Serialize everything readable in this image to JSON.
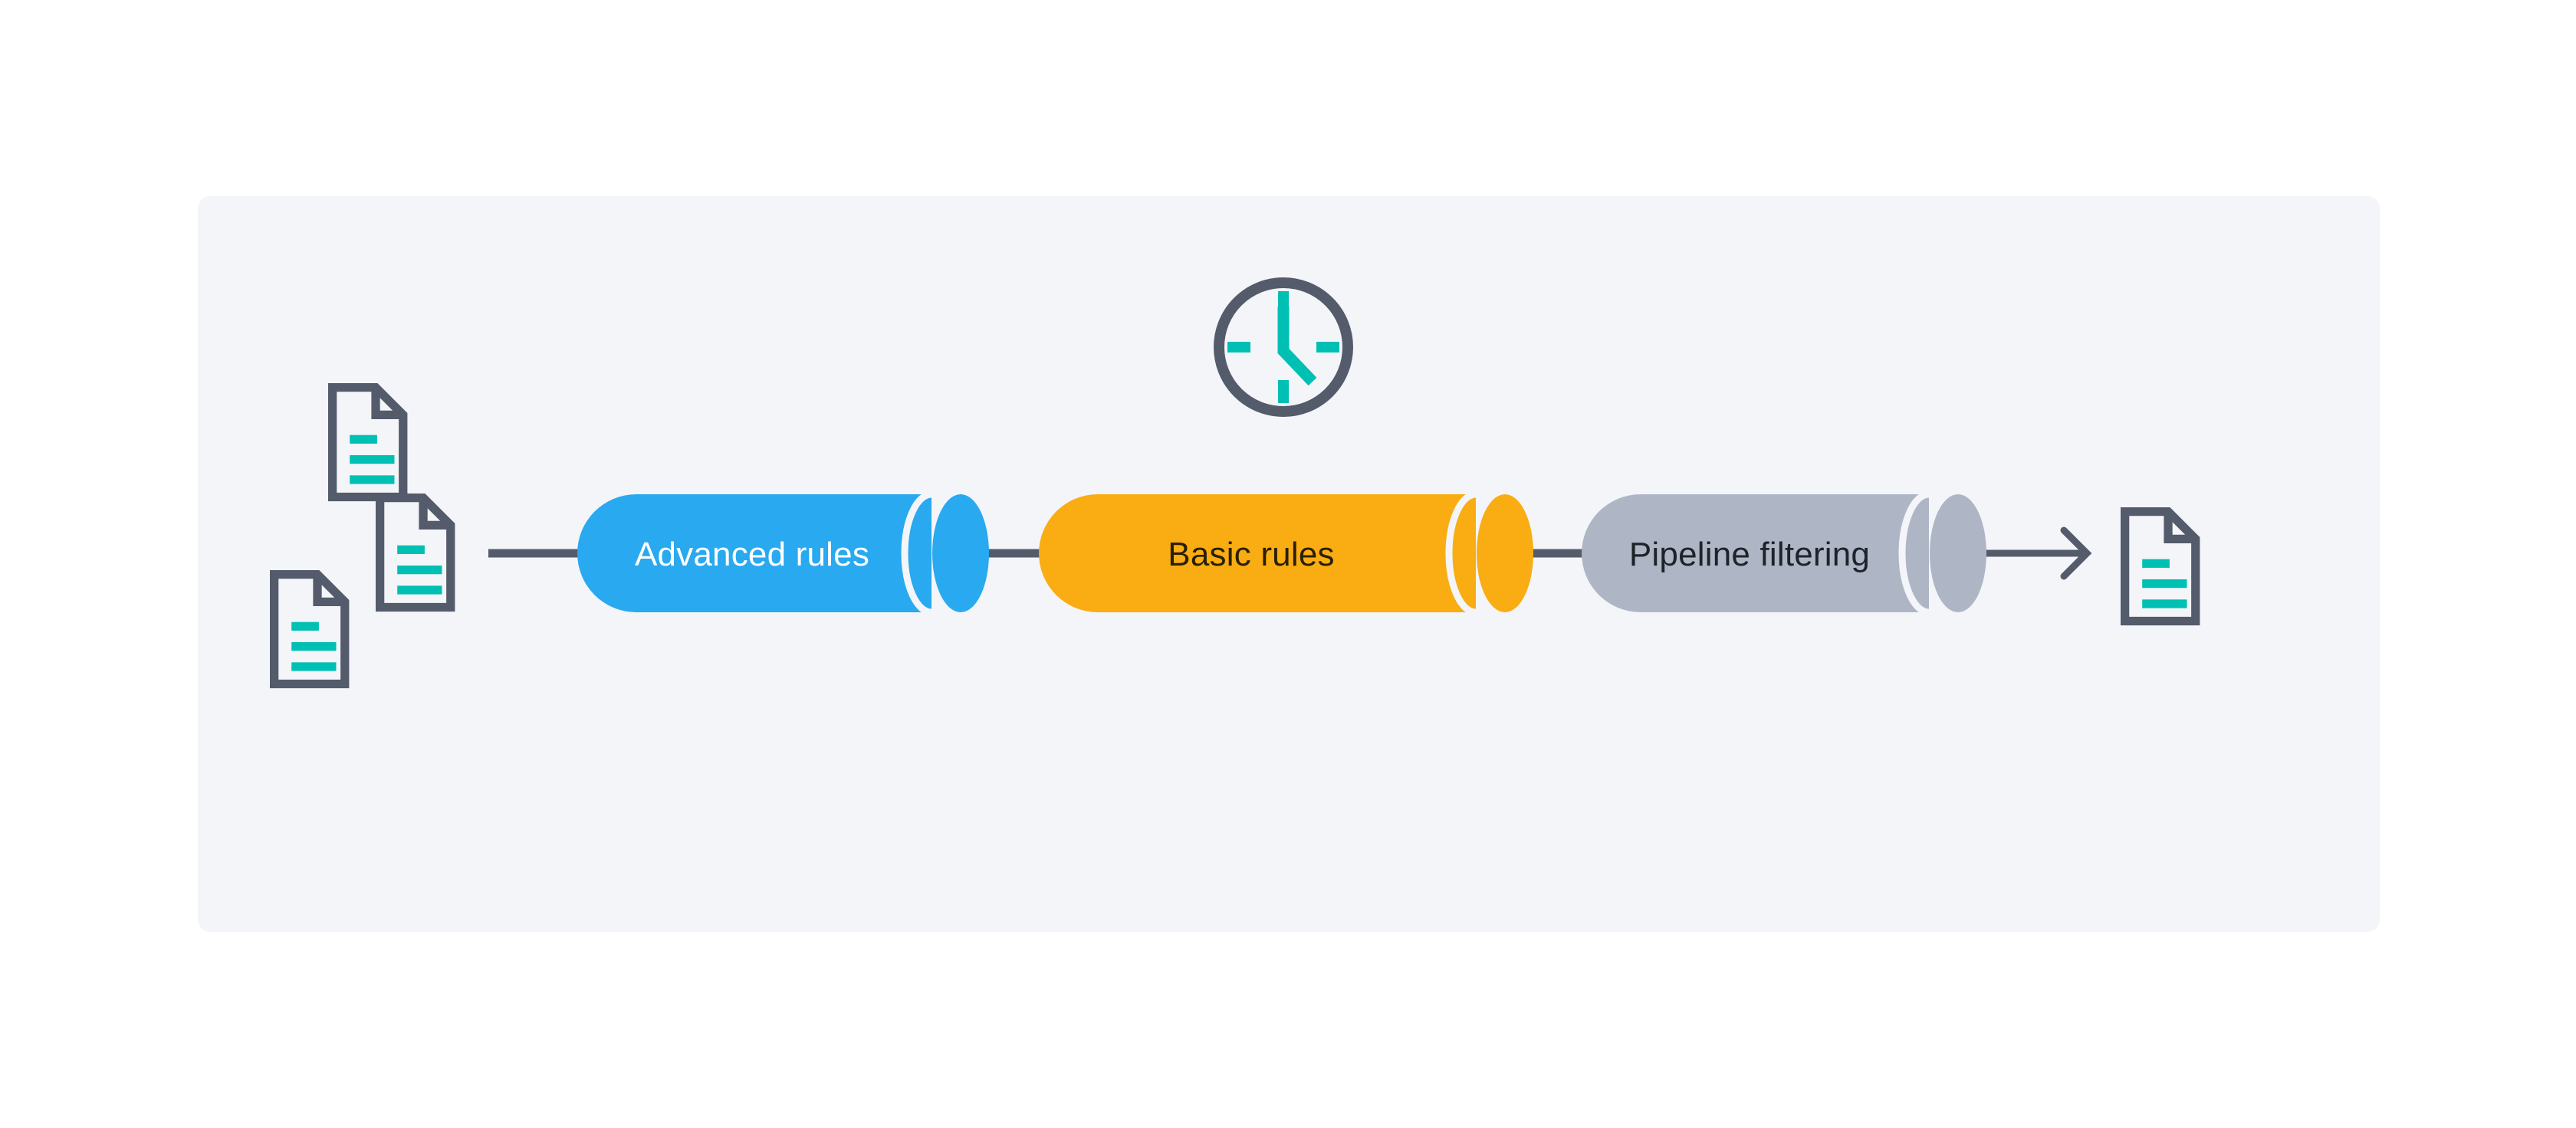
{
  "panel": {
    "background_color": "#f4f5f9",
    "page_background": "#ffffff"
  },
  "palette": {
    "ink": "#545b6b",
    "teal": "#00bfb3",
    "blue": "#29a9f0",
    "orange": "#f9ad12",
    "gray": "#aeb6c6",
    "white": "#ffffff",
    "label_dark": "#2a1f02",
    "label_ink": "#1f2329"
  },
  "diagram": {
    "type": "pipeline-flow",
    "title": "",
    "inputs": {
      "name": "source-documents",
      "count": 3,
      "icon": "document-icon",
      "items": [
        {
          "id": "doc-top",
          "label": ""
        },
        {
          "id": "doc-middle",
          "label": ""
        },
        {
          "id": "doc-bottom",
          "label": ""
        }
      ]
    },
    "scheduler": {
      "icon": "clock-icon",
      "label": ""
    },
    "stages": [
      {
        "id": "advanced-rules",
        "label": "Advanced rules",
        "color": "#29a9f0",
        "text_color": "#ffffff",
        "order": 1
      },
      {
        "id": "basic-rules",
        "label": "Basic rules",
        "color": "#f9ad12",
        "text_color": "#2a1f02",
        "order": 2
      },
      {
        "id": "pipeline-filtering",
        "label": "Pipeline filtering",
        "color": "#aeb6c6",
        "text_color": "#1f2329",
        "order": 3
      }
    ],
    "connectors": [
      {
        "id": "conn-docs-to-advanced",
        "from": "source-documents",
        "to": "advanced-rules",
        "arrow": false
      },
      {
        "id": "conn-advanced-to-basic",
        "from": "advanced-rules",
        "to": "basic-rules",
        "arrow": false
      },
      {
        "id": "conn-basic-to-filter",
        "from": "basic-rules",
        "to": "pipeline-filtering",
        "arrow": false
      },
      {
        "id": "conn-filter-to-output",
        "from": "pipeline-filtering",
        "to": "output-document",
        "arrow": true
      }
    ],
    "output": {
      "id": "output-document",
      "icon": "document-icon",
      "label": ""
    }
  }
}
